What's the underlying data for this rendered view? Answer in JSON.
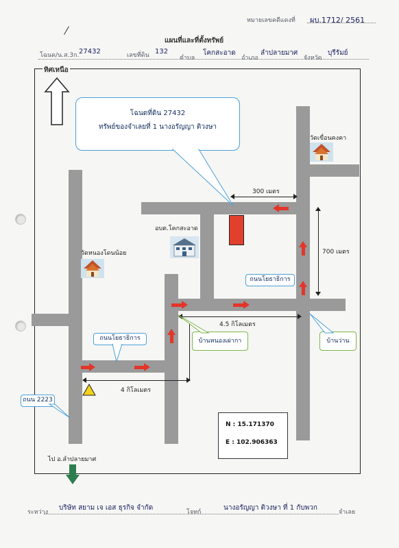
{
  "header": {
    "case_prefix": "หมายเลขคดีแดงที่",
    "case_number": "ผบ.1712/ 2561",
    "title": "แผนที่และที่ตั้งทรัพย์",
    "deed_prefix": "โฉนด/น.ส.3ก.",
    "deed_no": "27432",
    "land_prefix": "เลขที่ดิน",
    "land_no": "132",
    "tambon_prefix": "ตำบล",
    "tambon": "โคกสะอาด",
    "amphoe_prefix": "อำเภอ",
    "amphoe": "ลำปลายมาศ",
    "province_prefix": "จังหวัด",
    "province": "บุรีรัมย์"
  },
  "map": {
    "north_label": "ทิศเหนือ",
    "main_callout_line1": "โฉนดที่ดิน 27432",
    "main_callout_line2": "ทรัพย์ของจำเลยที่ 1 นางอรัญญา  ติวงษา",
    "temple_right": "วัดเขื่อนคงคา",
    "temple_left": "วัดหนองโดนน้อย",
    "office": "อบต.โคกสะอาด",
    "dist_300": "300 เมตร",
    "dist_700": "700 เมตร",
    "dist_45km": "4.5 กิโลเมตร",
    "dist_4km": "4 กิโลเมตร",
    "road_upper": "ถนนโยธาธิการ",
    "road_lower": "ถนนโยธาธิการ",
    "village_1": "บ้านหนองเผ่ากา",
    "village_2": "บ้านว่าน",
    "road_2223": "ถนน 2223",
    "to_town": "ไป อ.ลำปลายมาศ",
    "coord_n": "N : 15.171370",
    "coord_e": "E : 102.906363"
  },
  "footer": {
    "between_prefix": "ระหว่าง",
    "plaintiff": "บริษัท สยาม เจ เอส ธุรกิจ จำกัด",
    "plaintiff_role": "โจทก์",
    "defendant": "นางอรัญญา  ติวงษา  ที่ 1 กับพวก",
    "defendant_role": "จำเลย"
  },
  "colors": {
    "road": "#9a9a9a",
    "arrow": "#e3352a",
    "callout_border": "#4a9fd8",
    "village_border": "#7ab648",
    "property": "#e0402c",
    "down_arrow": "#2e7d4f"
  }
}
